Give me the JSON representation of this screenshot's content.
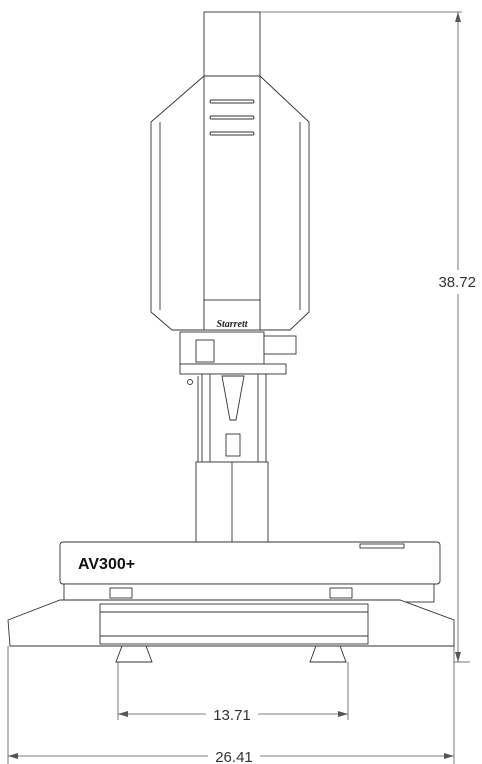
{
  "drawing": {
    "brand_label": "Starrett",
    "model_label": "AV300+",
    "dimensions": {
      "height": "38.72",
      "foot_spacing": "13.71",
      "base_width": "26.41"
    }
  }
}
